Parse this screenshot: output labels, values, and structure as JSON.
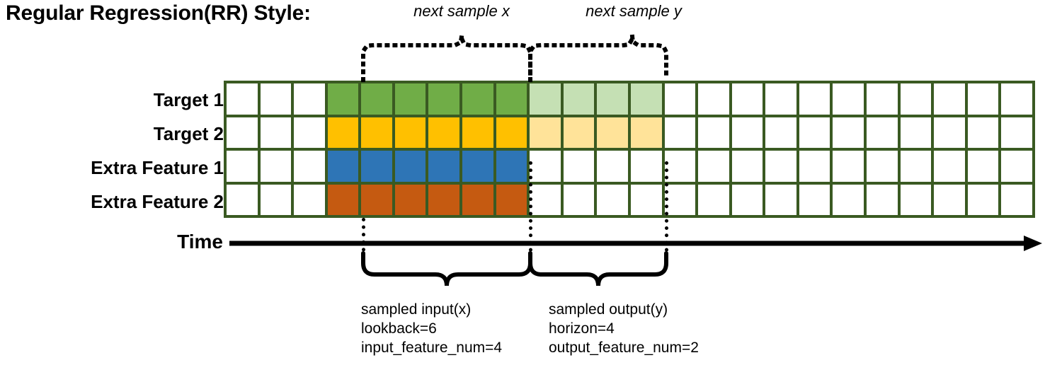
{
  "title": "Regular Regression(RR) Style:",
  "colors": {
    "grid_border": "#3A5A22",
    "target1_solid": "#70AD47",
    "target1_faded": "#C5E0B4",
    "target2_solid": "#FFC000",
    "target2_faded": "#FFE399",
    "extra1_solid": "#2E75B6",
    "extra2_solid": "#C55A11",
    "empty": "#FFFFFF",
    "ink": "#000000"
  },
  "rows": [
    {
      "label": "Target 1",
      "fills": [
        "empty",
        "empty",
        "empty",
        "target1_solid",
        "target1_solid",
        "target1_solid",
        "target1_solid",
        "target1_solid",
        "target1_solid",
        "target1_faded",
        "target1_faded",
        "target1_faded",
        "target1_faded",
        "empty",
        "empty",
        "empty",
        "empty",
        "empty",
        "empty",
        "empty",
        "empty",
        "empty",
        "empty",
        "empty"
      ]
    },
    {
      "label": "Target 2",
      "fills": [
        "empty",
        "empty",
        "empty",
        "target2_solid",
        "target2_solid",
        "target2_solid",
        "target2_solid",
        "target2_solid",
        "target2_solid",
        "target2_faded",
        "target2_faded",
        "target2_faded",
        "target2_faded",
        "empty",
        "empty",
        "empty",
        "empty",
        "empty",
        "empty",
        "empty",
        "empty",
        "empty",
        "empty",
        "empty"
      ]
    },
    {
      "label": "Extra Feature 1",
      "fills": [
        "empty",
        "empty",
        "empty",
        "extra1_solid",
        "extra1_solid",
        "extra1_solid",
        "extra1_solid",
        "extra1_solid",
        "extra1_solid",
        "empty",
        "empty",
        "empty",
        "empty",
        "empty",
        "empty",
        "empty",
        "empty",
        "empty",
        "empty",
        "empty",
        "empty",
        "empty",
        "empty",
        "empty"
      ]
    },
    {
      "label": "Extra Feature 2",
      "fills": [
        "empty",
        "empty",
        "empty",
        "extra2_solid",
        "extra2_solid",
        "extra2_solid",
        "extra2_solid",
        "extra2_solid",
        "extra2_solid",
        "empty",
        "empty",
        "empty",
        "empty",
        "empty",
        "empty",
        "empty",
        "empty",
        "empty",
        "empty",
        "empty",
        "empty",
        "empty",
        "empty",
        "empty"
      ]
    }
  ],
  "grid": {
    "columns": 24,
    "rows": 4
  },
  "axis": {
    "label": "Time"
  },
  "annotations": {
    "top_left": "next sample x",
    "top_right": "next sample y",
    "bottom_left": {
      "line1": "sampled input(x)",
      "line2": "lookback=6",
      "line3": "input_feature_num=4"
    },
    "bottom_right": {
      "line1": "sampled output(y)",
      "line2": "horizon=4",
      "line3": "output_feature_num=2"
    }
  }
}
